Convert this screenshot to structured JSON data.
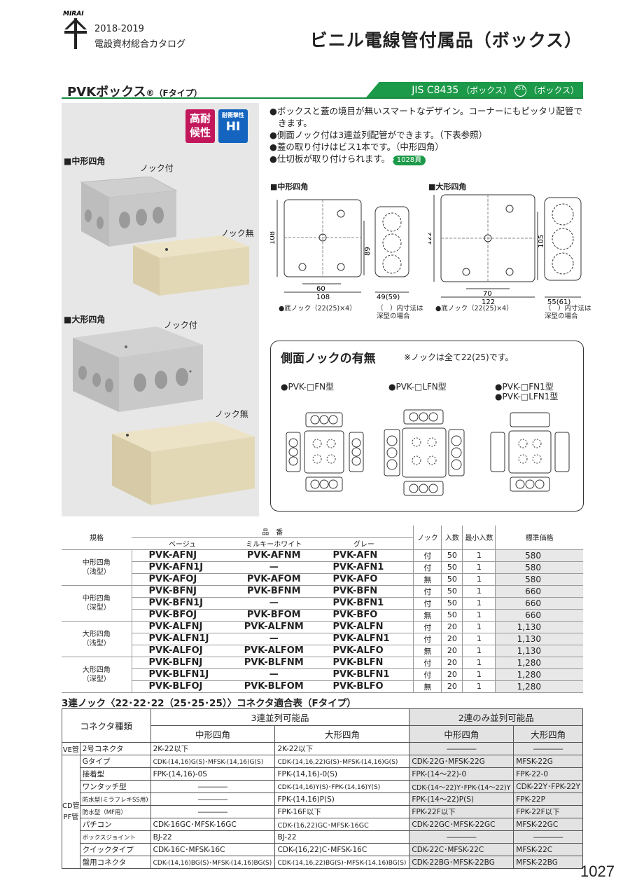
{
  "header": {
    "logo_text": "MIRAI",
    "catalog_year": "2018-2019",
    "catalog_title": "電設資材総合カタログ",
    "main_title": "ビニル電線管付属品（ボックス）"
  },
  "section": {
    "title": "PVKボックス",
    "reg_mark": "®",
    "type": "（Fタイプ）",
    "standard": "JIS C8435",
    "standard_note1": "（ボックス）",
    "pse_mark": "PS E",
    "standard_note2": "（ボックス）"
  },
  "badges": {
    "weather": [
      "高耐",
      "候性"
    ],
    "impact_small": "耐衝撃性",
    "impact_big": "HI"
  },
  "photos": {
    "medium_heading": "■中形四角",
    "large_heading": "■大形四角",
    "with_knock": "ノック付",
    "without_knock": "ノック無"
  },
  "features": [
    "●ボックスと蓋の境目が無いスマートなデザイン。コーナーにもピッタリ配管できます。",
    "●側面ノック付は3連並列配管ができます。（下表参照）",
    "●蓋の取り付けはビス1本です。（中形四角）",
    "●仕切板が取り付けられます。"
  ],
  "ref_page": "1028頁",
  "drawings": {
    "medium": {
      "label": "■中形四角",
      "height": "108",
      "inner_height": "89",
      "inner_width": "60",
      "width": "108",
      "depth": "49(59)",
      "note": "●底ノック（22(25)×4）",
      "paren_note_1": "（　）内寸法は",
      "paren_note_2": "深型の場合"
    },
    "large": {
      "label": "■大形四角",
      "height": "122",
      "inner_height": "105",
      "inner_width": "70",
      "width": "122",
      "depth": "55(61)",
      "note": "●底ノック（22(25)×4）",
      "paren_note_1": "（　）内寸法は",
      "paren_note_2": "深型の場合"
    }
  },
  "knock_panel": {
    "title": "側面ノックの有無",
    "note": "※ノックは全て22(25)です。",
    "types": [
      "●PVK-□FN型",
      "●PVK-□LFN型",
      "●PVK-□FN1型",
      "●PVK-□LFN1型"
    ]
  },
  "price_table": {
    "headers": {
      "spec": "規格",
      "product_no": "品　番",
      "beige": "ベージュ",
      "milky": "ミルキーホワイト",
      "gray": "グレー",
      "knock": "ノック",
      "qty": "入数",
      "min_qty": "最小入数",
      "price": "標準価格"
    },
    "groups": [
      {
        "name": [
          "中形四角",
          "（浅型）"
        ],
        "rows": [
          [
            "PVK-AFNJ",
            "PVK-AFNM",
            "PVK-AFN",
            "付",
            "50",
            "1",
            "580"
          ],
          [
            "PVK-AFN1J",
            "—",
            "PVK-AFN1",
            "付",
            "50",
            "1",
            "580"
          ],
          [
            "PVK-AFOJ",
            "PVK-AFOM",
            "PVK-AFO",
            "無",
            "50",
            "1",
            "580"
          ]
        ]
      },
      {
        "name": [
          "中形四角",
          "（深型）"
        ],
        "rows": [
          [
            "PVK-BFNJ",
            "PVK-BFNM",
            "PVK-BFN",
            "付",
            "50",
            "1",
            "660"
          ],
          [
            "PVK-BFN1J",
            "—",
            "PVK-BFN1",
            "付",
            "50",
            "1",
            "660"
          ],
          [
            "PVK-BFOJ",
            "PVK-BFOM",
            "PVK-BFO",
            "無",
            "50",
            "1",
            "660"
          ]
        ]
      },
      {
        "name": [
          "大形四角",
          "（浅型）"
        ],
        "rows": [
          [
            "PVK-ALFNJ",
            "PVK-ALFNM",
            "PVK-ALFN",
            "付",
            "20",
            "1",
            "1,130"
          ],
          [
            "PVK-ALFN1J",
            "—",
            "PVK-ALFN1",
            "付",
            "20",
            "1",
            "1,130"
          ],
          [
            "PVK-ALFOJ",
            "PVK-ALFOM",
            "PVK-ALFO",
            "無",
            "20",
            "1",
            "1,130"
          ]
        ]
      },
      {
        "name": [
          "大形四角",
          "（深型）"
        ],
        "rows": [
          [
            "PVK-BLFNJ",
            "PVK-BLFNM",
            "PVK-BLFN",
            "付",
            "20",
            "1",
            "1,280"
          ],
          [
            "PVK-BLFN1J",
            "—",
            "PVK-BLFN1",
            "付",
            "20",
            "1",
            "1,280"
          ],
          [
            "PVK-BLFOJ",
            "PVK-BLFOM",
            "PVK-BLFO",
            "無",
            "20",
            "1",
            "1,280"
          ]
        ]
      }
    ]
  },
  "compat": {
    "title": "3連ノック〈22･22･22（25･25･25）〉コネクタ適合表（Fタイプ）",
    "headers": {
      "type": "コネクタ種類",
      "three": "3連並列可能品",
      "two": "2連のみ並列可能品",
      "medium": "中形四角",
      "large": "大形四角"
    },
    "side_ve": "VE管",
    "side_cd": [
      "CD管",
      "PF管"
    ],
    "rows": [
      [
        "2号コネクタ",
        "2K-22以下",
        "2K-22以下",
        "――――",
        "――――"
      ],
      [
        "Gタイプ",
        "CDK-(14,16)G(S)･MFSK-(14,16)G(S)",
        "CDK-(14,16,22)G(S)･MFSK-(14,16)G(S)",
        "CDK-22G･MFSK-22G",
        "MFSK-22G"
      ],
      [
        "接着型",
        "FPK-(14,16)-0S",
        "FPK-(14,16)-0(S)",
        "FPK-(14～22)-0",
        "FPK-22-0"
      ],
      [
        "ワンタッチ型",
        "――――",
        "CDK-(14,16)Y(S)･FPK-(14,16)Y(S)",
        "CDK-(14～22)Y･FPK-(14～22)Y",
        "CDK-22Y･FPK-22Y"
      ],
      [
        "防水型(ミラフレキSS用)",
        "――――",
        "FPK-(14,16)P(S)",
        "FPK-(14～22)P(S)",
        "FPK-22P"
      ],
      [
        "防水型（MF用）",
        "――――",
        "FPK-16F以下",
        "FPK-22F以下",
        "FPK-22F以下"
      ],
      [
        "パチコン",
        "CDK-16GC･MFSK-16GC",
        "CDK-(16,22)GC･MFSK-16GC",
        "CDK-22GC･MFSK-22GC",
        "MFSK-22GC"
      ],
      [
        "ボックスジョイント",
        "BJ-22",
        "BJ-22",
        "――――",
        "――――"
      ],
      [
        "クイックタイプ",
        "CDK-16C･MFSK-16C",
        "CDK-(16,22)C･MFSK-16C",
        "CDK-22C･MFSK-22C",
        "MFSK-22C"
      ],
      [
        "盤用コネクタ",
        "CDK-(14,16)BG(S)･MFSK-(14,16)BG(S)",
        "CDK-(14,16,22)BG(S)･MFSK-(14,16)BG(S)",
        "CDK-22BG･MFSK-22BG",
        "MFSK-22BG"
      ]
    ]
  },
  "page_number": "1027",
  "colors": {
    "accent_green": "#1c9a49",
    "badge_red": "#c2185b",
    "badge_blue": "#1565c0"
  }
}
